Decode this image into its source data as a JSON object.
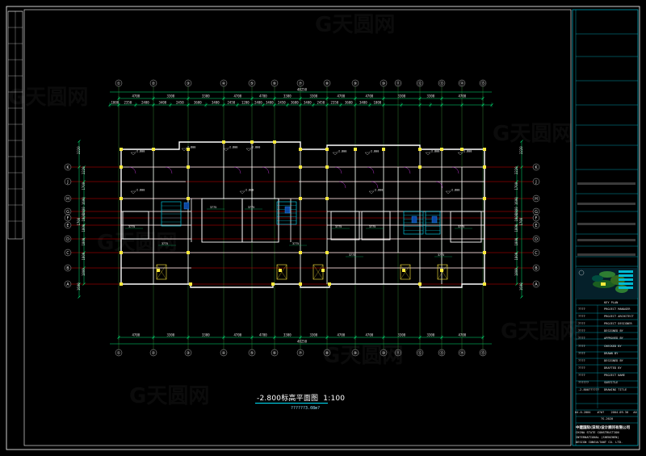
{
  "drawing": {
    "title": "-2.800标高平面图",
    "scale": "1:100",
    "area_note": "??????3.08m?"
  },
  "watermark": {
    "text": "G天圆网"
  },
  "grid_axes": {
    "columns": [
      "①",
      "②",
      "③",
      "④",
      "⑤",
      "⑥",
      "⑦",
      "⑧",
      "⑨",
      "⑩",
      "⑪",
      "⑫",
      "⑬",
      "⑭",
      "⑮",
      "⑯"
    ],
    "rows": [
      "K",
      "J",
      "H",
      "G",
      "F",
      "E",
      "D",
      "C",
      "B",
      "A"
    ]
  },
  "dimensions": {
    "overall_top": "48250",
    "overall_bottom": "48250",
    "top_spans": [
      "4700",
      "3300",
      "3300",
      "4700",
      "4700",
      "3300",
      "3300",
      "4700",
      "4700",
      "3300",
      "3300",
      "4700"
    ],
    "top_sub_spans": [
      "1000",
      "2350",
      "2400",
      "3400",
      "2450",
      "3600",
      "3400",
      "2450",
      "1200",
      "2400",
      "3400",
      "2450",
      "3600",
      "3400",
      "2450",
      "2350",
      "3600",
      "3400",
      "1000"
    ],
    "bottom_spans": [
      "4700",
      "3300",
      "3300",
      "4700",
      "4700",
      "3300",
      "3300",
      "4700",
      "4700",
      "3300",
      "3300",
      "4700"
    ],
    "left_spans": [
      "2220",
      "1700",
      "1600",
      "1800",
      "1800",
      "1800",
      "1800",
      "1800",
      "1800"
    ],
    "right_spans": [
      "2220",
      "1700",
      "1600",
      "1800",
      "1800",
      "1800",
      "1800",
      "1800",
      "1800"
    ]
  },
  "level_marks": [
    "-2.800",
    "-2.800",
    "-2.800",
    "-2.800",
    "-2.800",
    "-2.800",
    "-2.800",
    "-2.800",
    "-2.800",
    "-2.800",
    "-2.800",
    "-2.800"
  ],
  "room_dims": [
    "3775",
    "3775",
    "3775",
    "3775",
    "3775",
    "3775",
    "3775",
    "3775",
    "3775",
    "3775"
  ],
  "title_block": {
    "key_plan_label": "KEY PLAN",
    "fields": [
      {
        "label": "PROJECT MANAGER",
        "value": "????"
      },
      {
        "label": "PROJECT ARCHITECT",
        "value": "????"
      },
      {
        "label": "PROJECT DESIGNER",
        "value": "????"
      },
      {
        "label": "DESIGNED BY",
        "value": "????"
      },
      {
        "label": "APPROVED BY",
        "value": "????"
      },
      {
        "label": "CHECKED BY",
        "value": "????"
      },
      {
        "label": "DRAWN BY",
        "value": "????"
      },
      {
        "label": "DESIGNED BY",
        "value": "????"
      },
      {
        "label": "DRAFTED BY",
        "value": "????"
      },
      {
        "label": "PROJECT NAME",
        "value": "????"
      },
      {
        "label": "SUBTITLE",
        "value": "??????"
      },
      {
        "label": "DRAWING TITLE",
        "value": "-2.800??????"
      }
    ],
    "date_row": [
      "04-0-2004",
      "#?#?",
      "2004.09.30",
      "A0"
    ],
    "sheet_no": "?S-2020",
    "company_cn": "中建国际(深圳)设计顾问有限公司",
    "company_en": [
      "CHINA STATE CONSTRUCTION",
      "INTERNATIONAL (SHENZHEN)",
      "DESIGN CONSULTANT CO. LTD."
    ]
  },
  "colors": {
    "background": "#000000",
    "frame": "#ffffff",
    "titleblock": "#00bcd4",
    "axis_line": "#2e7d32",
    "wall": "#ffffff",
    "column": "#ffeb3b",
    "dimension": "#00e676",
    "red_line": "#d50000",
    "cyan": "#00e5ff",
    "magenta": "#e040fb"
  }
}
